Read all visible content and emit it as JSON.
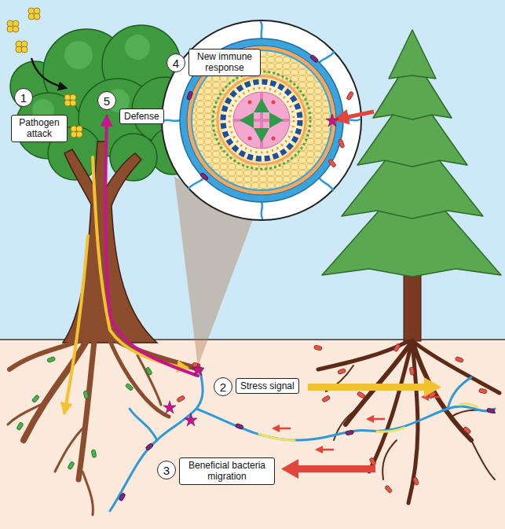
{
  "diagram": {
    "nodes": [
      {
        "text": [
          "1"
        ]
      },
      {
        "text": [
          "Pathogen attack"
        ]
      },
      {
        "text": [
          "5"
        ]
      },
      {
        "text": [
          "Defense"
        ]
      },
      {
        "text": [
          "4"
        ]
      },
      {
        "text": [
          "New immune response"
        ]
      },
      {
        "text": [
          "2"
        ]
      },
      {
        "text": [
          "Stress signal"
        ]
      },
      {
        "text": [
          "3"
        ]
      },
      {
        "text": [
          "Beneficial bacteria migration"
        ]
      }
    ]
  }
}
